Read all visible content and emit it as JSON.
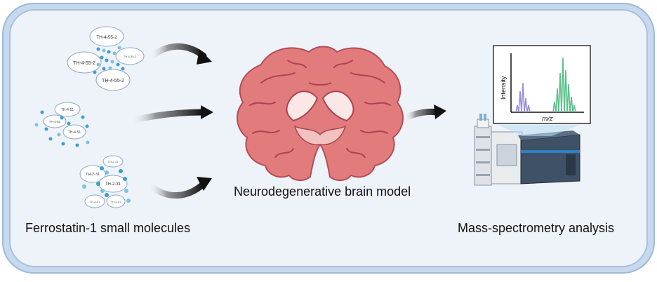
{
  "labels": {
    "left": "Ferrostatin-1 small molecules",
    "center": "Neurodegenerative brain model",
    "right": "Mass-spectrometry analysis"
  },
  "molecule_labels": {
    "top": "TH-4-55-2",
    "middle": "TH-4-51",
    "bottom": "TH-2-31"
  },
  "spectrum": {
    "y_axis_label": "Intensity",
    "x_axis_label": "m/z"
  },
  "colors": {
    "frame_outer": "#b9cfe8",
    "frame_inner": "#eef3fa",
    "brain": "#e27b7c",
    "arrow": "#1a1a1a",
    "molecule": "#3a9fd0",
    "peak_purple": "#9b8fd6",
    "peak_green": "#5cc08a"
  }
}
